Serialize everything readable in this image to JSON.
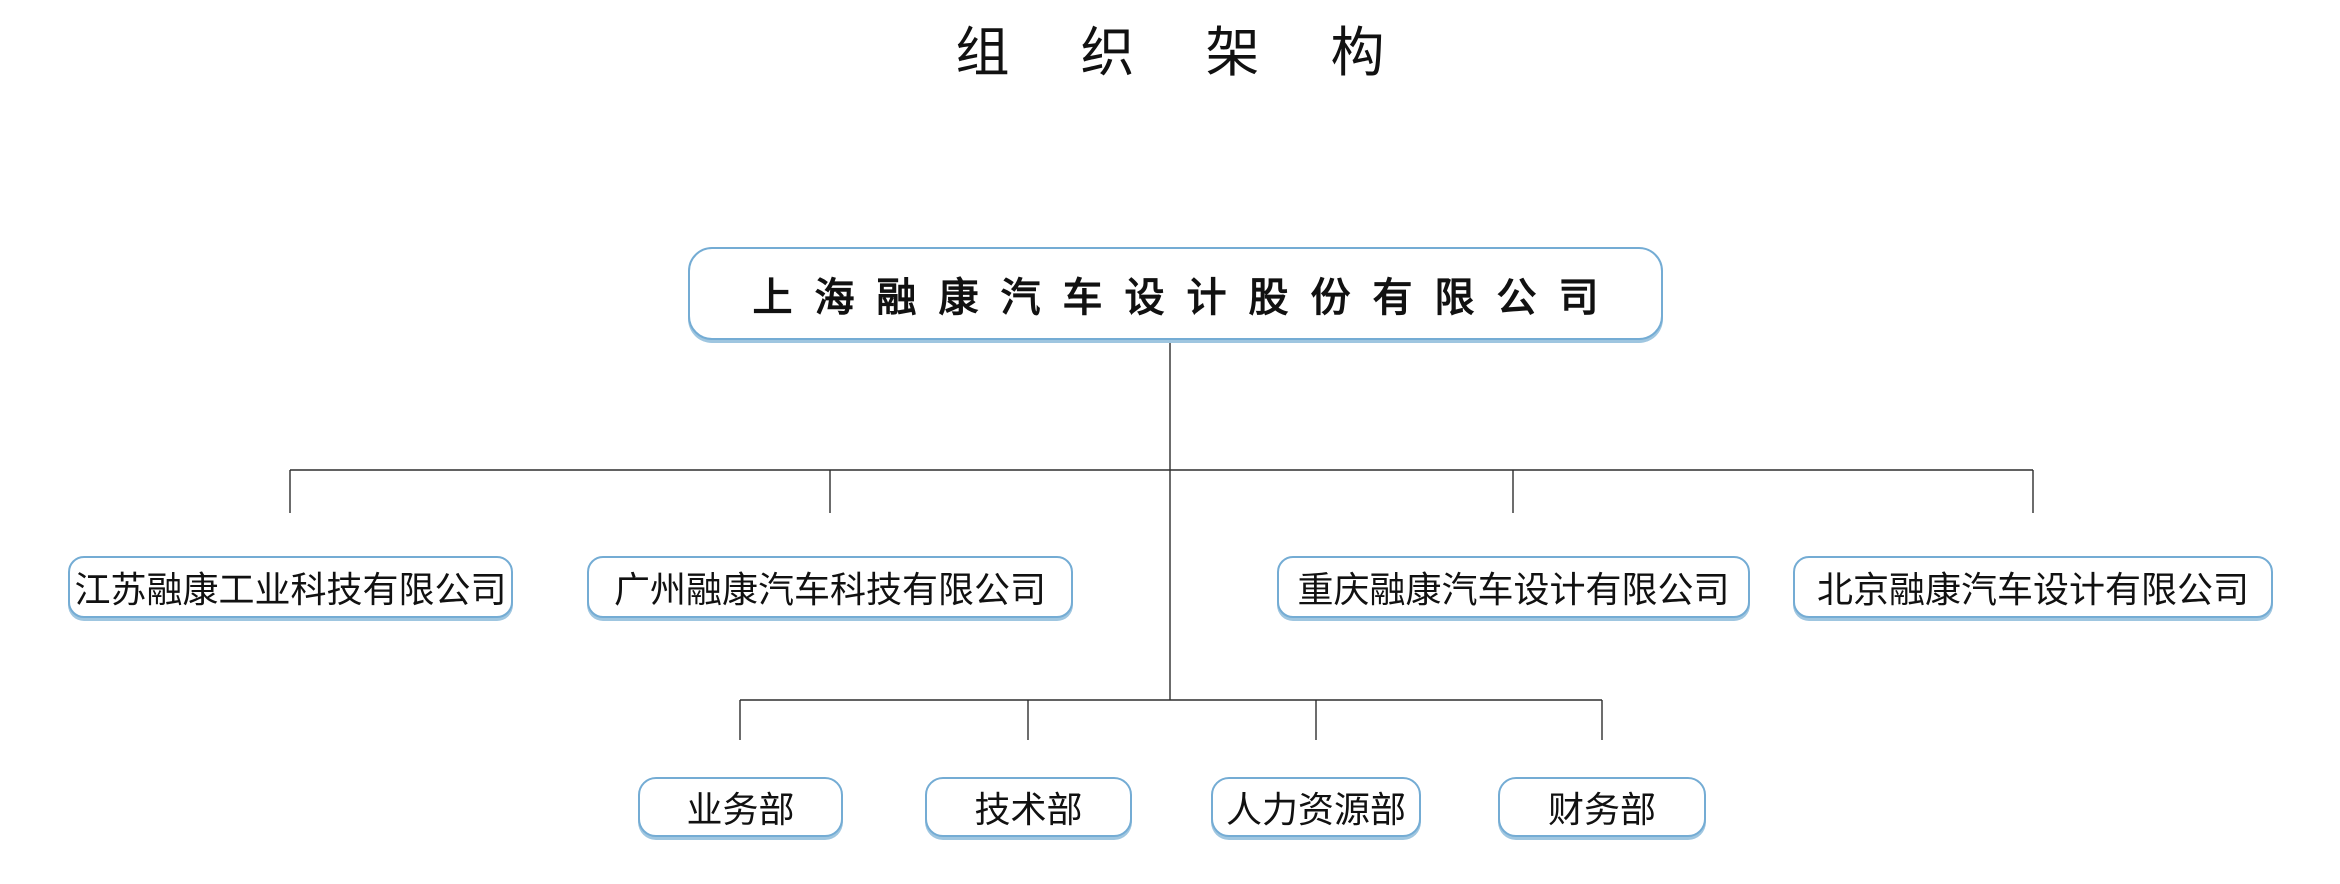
{
  "title": "组 织 架 构",
  "root": {
    "label": "上海融康汽车设计股份有限公司"
  },
  "subsidiaries": [
    {
      "label": "江苏融康工业科技有限公司"
    },
    {
      "label": "广州融康汽车科技有限公司"
    },
    {
      "label": "重庆融康汽车设计有限公司"
    },
    {
      "label": "北京融康汽车设计有限公司"
    }
  ],
  "departments": [
    {
      "label": "业务部"
    },
    {
      "label": "技术部"
    },
    {
      "label": "人力资源部"
    },
    {
      "label": "财务部"
    }
  ],
  "colors": {
    "box_border": "#74acd4",
    "box_bottom_shadow": "#9fc6e0",
    "connector": "#2e2e2e",
    "text": "#111111",
    "background": "#ffffff"
  }
}
